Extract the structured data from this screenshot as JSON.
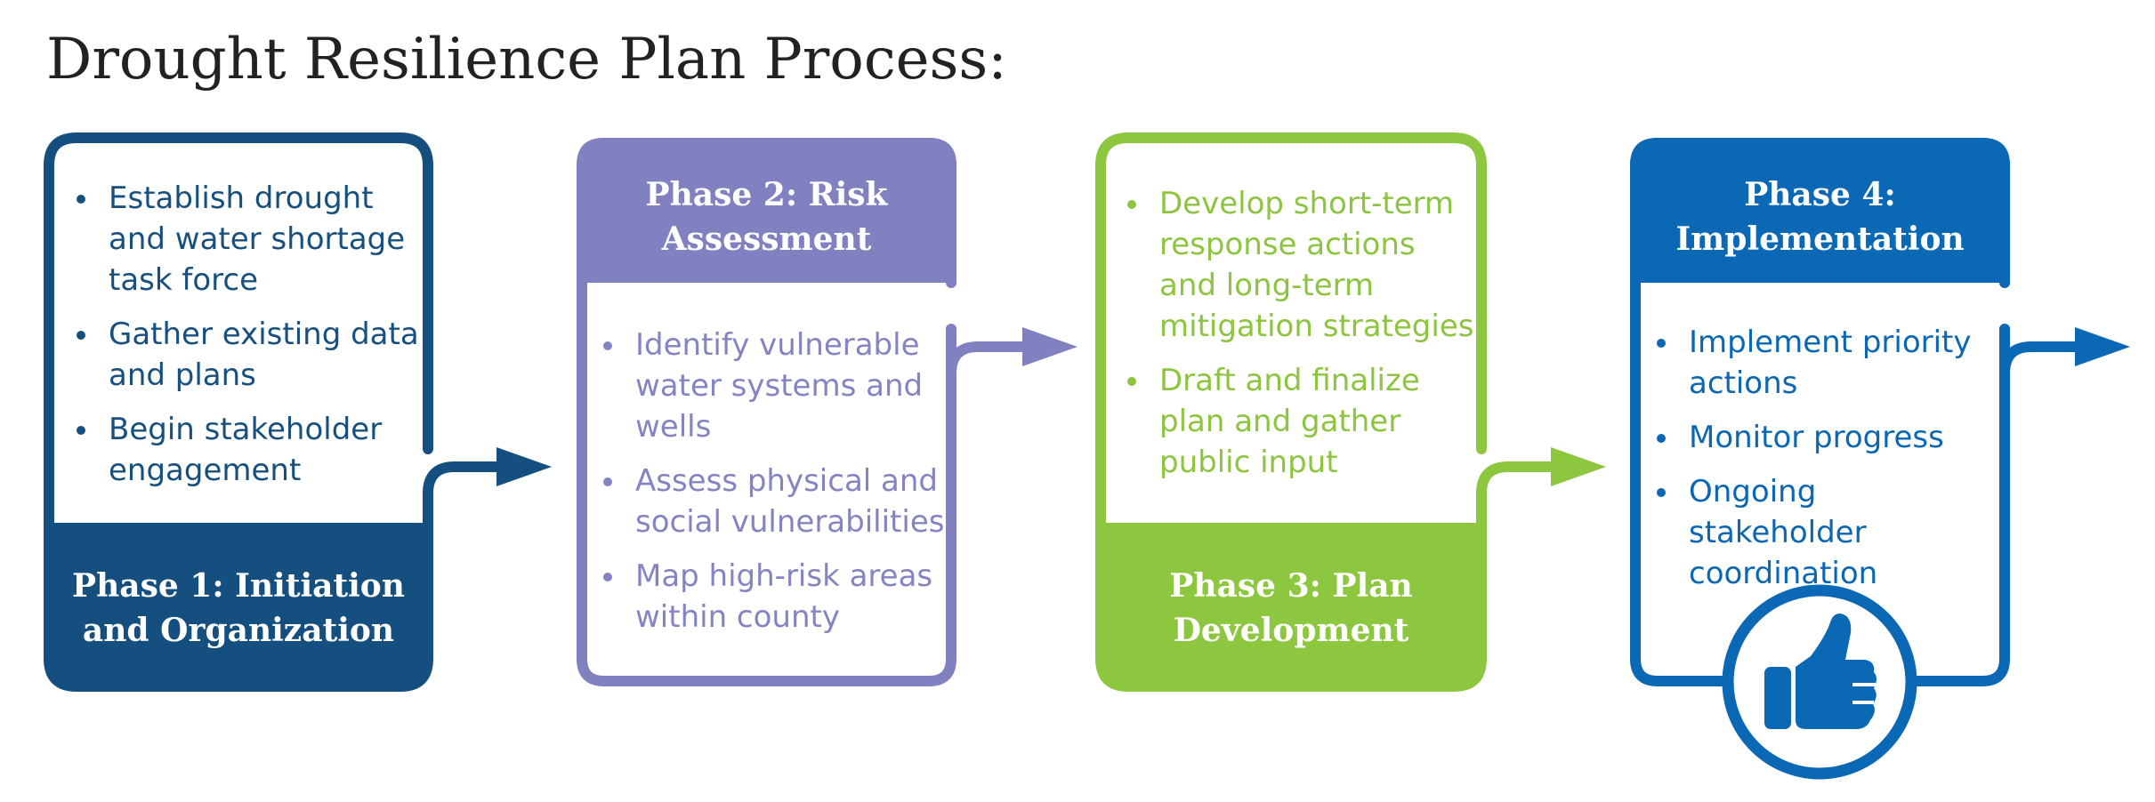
{
  "title": "Drought Resilience Plan Process:",
  "colors": {
    "phase1": "#144f80",
    "phase2": "#8181c1",
    "phase3": "#8dc63f",
    "phase4": "#0b68b4"
  },
  "phases": [
    {
      "header_lines": [
        "Phase 1: Initiation",
        "and Organization"
      ],
      "bullets": [
        "Establish drought and water shortage task force",
        "Gather existing data and plans",
        "Begin stakeholder engagement"
      ]
    },
    {
      "header_lines": [
        "Phase 2: Risk",
        "Assessment"
      ],
      "bullets": [
        "Identify vulnerable water systems and wells",
        "Assess physical and social vulnerabilities",
        "Map high-risk areas within county"
      ]
    },
    {
      "header_lines": [
        "Phase 3: Plan",
        "Development"
      ],
      "bullets": [
        "Develop short-term response actions and long-term mitigation strategies",
        "Draft and finalize plan and gather public input"
      ]
    },
    {
      "header_lines": [
        "Phase 4:",
        "Implementation"
      ],
      "bullets": [
        "Implement priority actions",
        "Monitor progress",
        "Ongoing stakeholder coordination"
      ]
    }
  ],
  "icons": {
    "arrow": "arrow-right-icon",
    "finish": "thumbs-up-icon"
  }
}
